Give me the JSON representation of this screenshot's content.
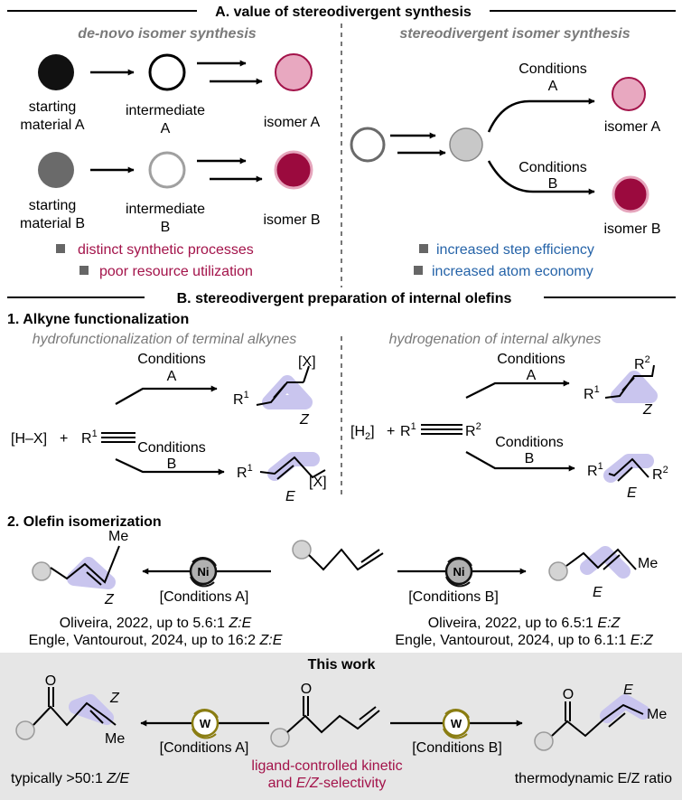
{
  "sectionA": {
    "header": "A. value of stereodivergent synthesis",
    "left": {
      "title": "de-novo isomer synthesis",
      "sm_a_1": "starting",
      "sm_a_2": "material A",
      "int_a_1": "intermediate",
      "int_a_2": "A",
      "iso_a": "isomer A",
      "sm_b_1": "starting",
      "sm_b_2": "material B",
      "int_b_1": "intermediate",
      "int_b_2": "B",
      "iso_b": "isomer B",
      "bullet1": "distinct synthetic processes",
      "bullet2": "poor resource utilization"
    },
    "right": {
      "title": "stereodivergent isomer synthesis",
      "cond_a_1": "Conditions",
      "cond_a_2": "A",
      "iso_a": "isomer A",
      "cond_b_1": "Conditions",
      "cond_b_2": "B",
      "iso_b": "isomer B",
      "bullet1": "increased step efficiency",
      "bullet2": "increased atom economy"
    }
  },
  "sectionB": {
    "header": "B. stereodivergent preparation of internal olefins",
    "sub1": "1. Alkyne functionalization",
    "left": {
      "title": "hydrofunctionalization of terminal alkynes",
      "cond_a_1": "Conditions",
      "cond_a_2": "A",
      "cond_b_1": "Conditions",
      "cond_b_2": "B",
      "reagent": "[H–X]",
      "plus": "+",
      "r1": "R",
      "sup1": "1",
      "x_top": "[X]",
      "x_bot": "[X]",
      "z": "Z",
      "e": "E"
    },
    "right": {
      "title": "hydrogenation of internal alkynes",
      "cond_a_1": "Conditions",
      "cond_a_2": "A",
      "cond_b_1": "Conditions",
      "cond_b_2": "B",
      "reagent": "[H",
      "sub2": "2",
      "close": "]",
      "plus": "+",
      "r": "R",
      "sup1": "1",
      "sup2": "2",
      "z": "Z",
      "e": "E"
    },
    "sub2": "2. Olefin isomerization",
    "iso": {
      "ni": "Ni",
      "me_left": "Me",
      "me_right": "Me",
      "z": "Z",
      "e": "E",
      "cond_a": "[Conditions A]",
      "cond_b": "[Conditions B]",
      "ref_l1": "Oliveira, 2022, up to 5.6:1 ",
      "ref_l1_sel": "Z:E",
      "ref_l2": "Engle, Vantourout, 2024, up to 16:2 ",
      "ref_l2_sel": "Z:E",
      "ref_r1": "Oliveira, 2022, up to 6.5:1 ",
      "ref_r1_sel": "E:Z",
      "ref_r2": "Engle, Vantourout, 2024, up to 6.1:1 ",
      "ref_r2_sel": "E:Z"
    }
  },
  "thisWork": {
    "title": "This work",
    "w": "W",
    "o": "O",
    "z": "Z",
    "e": "E",
    "me_left": "Me",
    "me_right": "Me",
    "cond_a": "[Conditions A]",
    "cond_b": "[Conditions B]",
    "note_left_pre": "typically >50:1 ",
    "note_left_sel": "Z/E",
    "note_mid_1": "ligand-controlled kinetic",
    "note_mid_2_pre": "and ",
    "note_mid_2_sel": "E/Z",
    "note_mid_2_post": "-selectivity",
    "note_right": "thermodynamic E/Z ratio"
  },
  "colors": {
    "magenta": "#a3134a",
    "blue": "#2563a8",
    "gray_text": "#7a7a7a",
    "pink_fill": "#e6a6bd",
    "crimson_fill": "#9b0a3e",
    "highlight": "#c9c5ee",
    "tungsten": "#8a7d12",
    "panel": "#e6e6e6"
  }
}
